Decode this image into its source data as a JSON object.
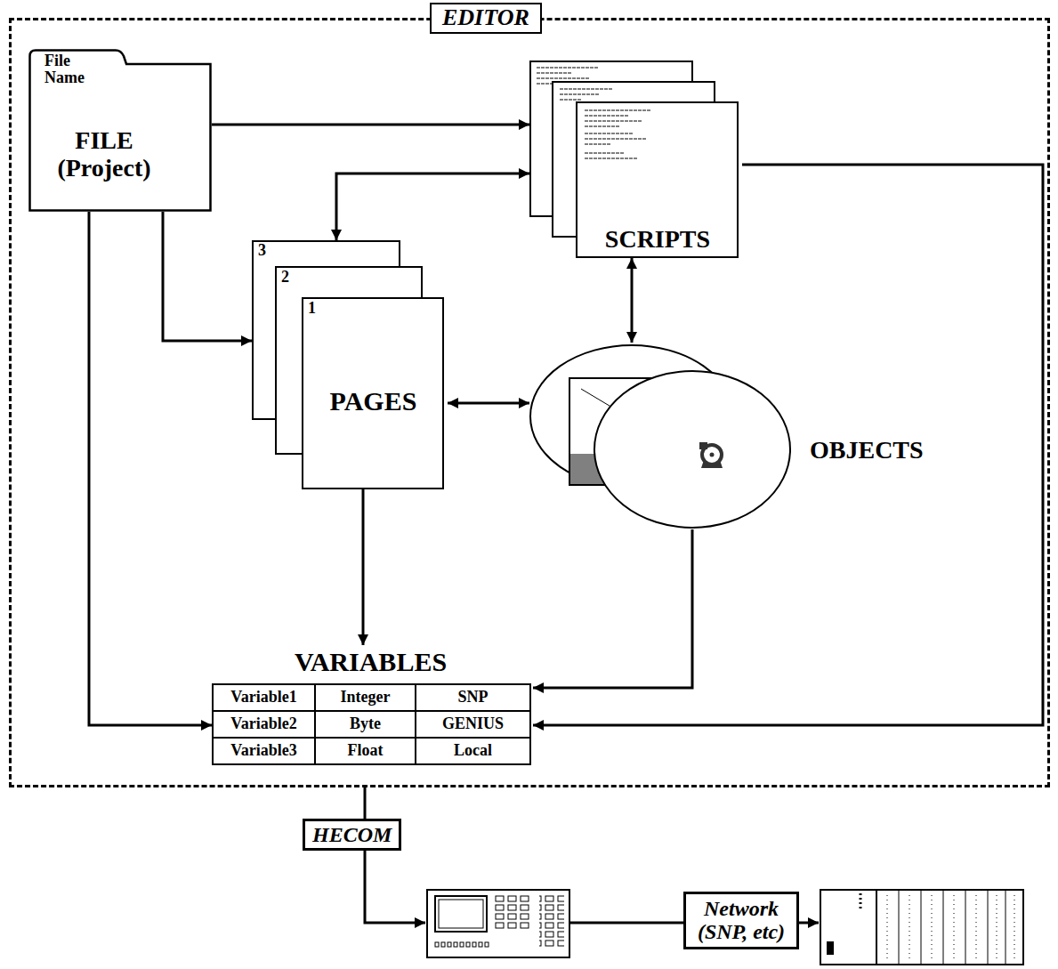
{
  "diagram": {
    "nodes": [
      {
        "text": [
          "EDITOR"
        ]
      },
      {
        "text": [
          "File Name",
          "FILE (Project)"
        ],
        "in": 0
      },
      {
        "text": [
          "SCRIPTS"
        ],
        "in": 0
      },
      {
        "text": [
          "PAGES"
        ],
        "in": 0
      },
      {
        "text": [
          "OBJECTS"
        ],
        "in": 0
      },
      {
        "text": [
          "VARIABLES"
        ],
        "in": 0
      },
      {
        "text": [
          "HECOM"
        ]
      },
      {
        "text": [
          "Network (SNP, etc)"
        ]
      }
    ],
    "edges": [
      {
        "from": 1,
        "to": 2,
        "arrow": "to"
      },
      {
        "from": 1,
        "to": 3,
        "arrow": "to"
      },
      {
        "from": 1,
        "to": 5,
        "arrow": "to"
      },
      {
        "from": 3,
        "to": 2,
        "arrow": "both"
      },
      {
        "from": 2,
        "to": 4,
        "arrow": "both"
      },
      {
        "from": 3,
        "to": 4,
        "arrow": "both"
      },
      {
        "from": 3,
        "to": 5,
        "arrow": "to"
      },
      {
        "from": 4,
        "to": 5,
        "arrow": "to"
      },
      {
        "from": 2,
        "to": 5,
        "arrow": "to"
      },
      {
        "from": 0,
        "to": 6,
        "arrow": "none"
      }
    ],
    "labels": [
      "3",
      "2",
      "1",
      "Variable1",
      "Integer",
      "SNP",
      "Variable2",
      "Byte",
      "GENIUS",
      "Variable3",
      "Float",
      "Local"
    ]
  }
}
